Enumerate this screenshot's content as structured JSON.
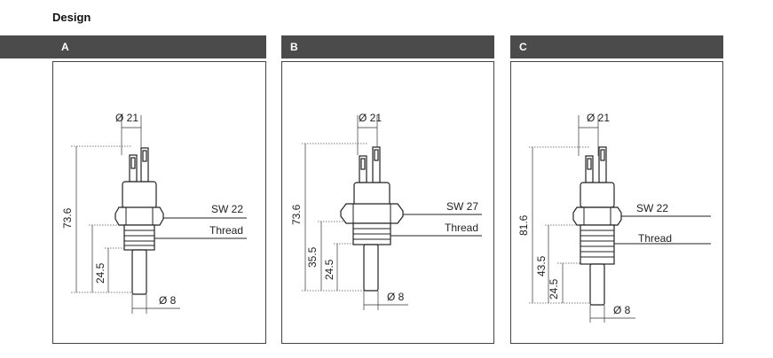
{
  "page": {
    "title": "Design"
  },
  "panels": [
    {
      "letter": "A",
      "dia_top": "Ø 21",
      "dia_bottom": "Ø 8",
      "hex": "SW 22",
      "thread": "Thread",
      "dim_total": "73.6",
      "dim_probe": "24.5"
    },
    {
      "letter": "B",
      "dia_top": "Ø 21",
      "dia_bottom": "Ø 8",
      "hex": "SW 27",
      "thread": "Thread",
      "dim_total": "73.6",
      "dim_mid": "35.5",
      "dim_probe": "24.5"
    },
    {
      "letter": "C",
      "dia_top": "Ø 21",
      "dia_bottom": "Ø 8",
      "hex": "SW 22",
      "thread": "Thread",
      "dim_total": "81.6",
      "dim_mid": "43.5",
      "dim_probe": "24.5"
    }
  ]
}
